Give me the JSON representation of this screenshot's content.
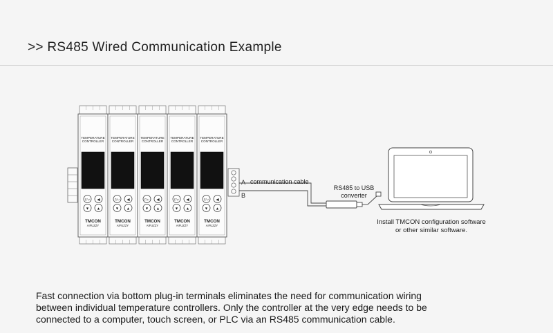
{
  "header": {
    "title": ">> RS485 Wired Communication Example"
  },
  "diagram": {
    "controller": {
      "label_line1": "TEMPERATURE",
      "label_line2": "CONTROLLER",
      "brand": "TMCON",
      "sub_brand": "AIFUZZY",
      "fn_key": "F/↵",
      "count": 5
    },
    "terminal_a": "A",
    "terminal_b": "B",
    "cable_label": "communication cable",
    "converter_line1": "RS485 to USB",
    "converter_line2": "converter",
    "software_line1": "Install TMCON configuration software",
    "software_line2": "or other similar software."
  },
  "description": {
    "line1": "Fast connection via bottom plug-in terminals eliminates the need for communication wiring",
    "line2": "between individual temperature controllers. Only the controller at the very edge needs to be",
    "line3": "connected to a computer, touch screen, or PLC via an RS485 communication cable."
  },
  "colors": {
    "line": "#555555",
    "screen": "#111111",
    "background": "#f5f5f5"
  }
}
